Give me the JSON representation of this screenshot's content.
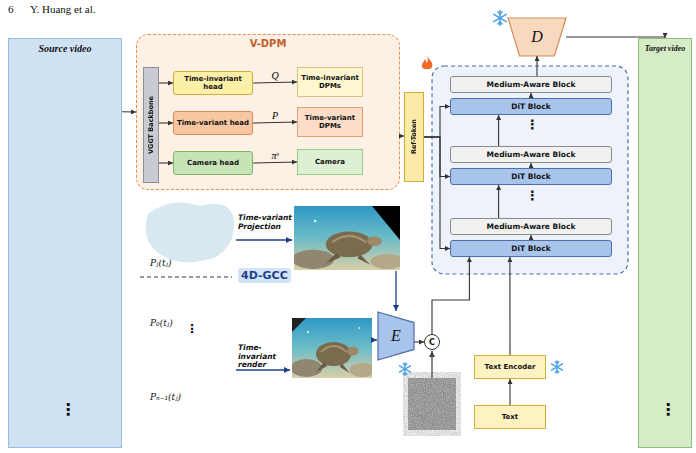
{
  "diagram": {
    "nodes": [
      {
        "text": [
          "Source video"
        ]
      },
      {
        "text": [
          "V-DPM"
        ]
      },
      {
        "text": [
          "VGGT Backbone"
        ],
        "in": 1
      },
      {
        "text": [
          "Time-invariant head"
        ],
        "in": 1
      },
      {
        "text": [
          "Time-invariant DPMs"
        ],
        "in": 1
      },
      {
        "text": [
          "Time-variant head"
        ],
        "in": 1
      },
      {
        "text": [
          "Time-variant DPMs"
        ],
        "in": 1
      },
      {
        "text": [
          "Camera head"
        ],
        "in": 1
      },
      {
        "text": [
          "Camera"
        ],
        "in": 1
      },
      {
        "text": [
          "D"
        ]
      },
      {
        "text": [
          "Ref-Token"
        ]
      },
      {
        "text": [
          "Medium-Aware Block"
        ]
      },
      {
        "text": [
          "DiT Block"
        ]
      },
      {
        "text": [
          "Medium-Aware Block"
        ]
      },
      {
        "text": [
          "DiT Block"
        ]
      },
      {
        "text": [
          "Medium-Aware Block"
        ]
      },
      {
        "text": [
          "DiT Block"
        ]
      },
      {
        "text": [
          "Target video"
        ]
      },
      {
        "text": [
          "E"
        ]
      },
      {
        "text": [
          "C"
        ]
      },
      {
        "text": [
          "Text Encoder"
        ]
      },
      {
        "text": [
          "Text"
        ]
      }
    ],
    "edges": [
      {
        "from": 0,
        "to": 1,
        "arrow": "to"
      },
      {
        "from": 2,
        "to": 3,
        "arrow": "to"
      },
      {
        "from": 2,
        "to": 5,
        "arrow": "to"
      },
      {
        "from": 2,
        "to": 7,
        "arrow": "to"
      },
      {
        "from": 3,
        "to": 4,
        "label": "Q",
        "arrow": "to"
      },
      {
        "from": 5,
        "to": 6,
        "label": "P",
        "arrow": "to"
      },
      {
        "from": 7,
        "to": 8,
        "label": "πˢ",
        "arrow": "to"
      },
      {
        "from": 1,
        "to": 10,
        "arrow": "to"
      },
      {
        "from": 10,
        "to": 12,
        "arrow": "to"
      },
      {
        "from": 10,
        "to": 14,
        "arrow": "to"
      },
      {
        "from": 10,
        "to": 16,
        "arrow": "to"
      },
      {
        "from": 16,
        "to": 15,
        "arrow": "to"
      },
      {
        "from": 15,
        "to": 14,
        "arrow": "to"
      },
      {
        "from": 14,
        "to": 13,
        "arrow": "to"
      },
      {
        "from": 13,
        "to": 12,
        "arrow": "to"
      },
      {
        "from": 12,
        "to": 11,
        "arrow": "to"
      },
      {
        "from": 11,
        "to": 9,
        "arrow": "to"
      },
      {
        "from": 9,
        "to": 17,
        "arrow": "to"
      },
      {
        "from": 18,
        "to": 19,
        "arrow": "to"
      },
      {
        "from": 19,
        "to": 16,
        "arrow": "to"
      },
      {
        "from": 21,
        "to": 20,
        "arrow": "to"
      },
      {
        "from": 20,
        "to": 16,
        "arrow": "to"
      }
    ],
    "labels": [
      "6",
      "Y. Huang et al.",
      "⋮",
      "⋮",
      "⋮",
      "⋮",
      "Pⱼ(tⱼ)",
      "Time-variant Projection",
      "4D-GCC",
      "P₀(tⱼ)",
      "⋮",
      "Pₙ₋₁(tⱼ)",
      "Time-invariant render"
    ]
  }
}
